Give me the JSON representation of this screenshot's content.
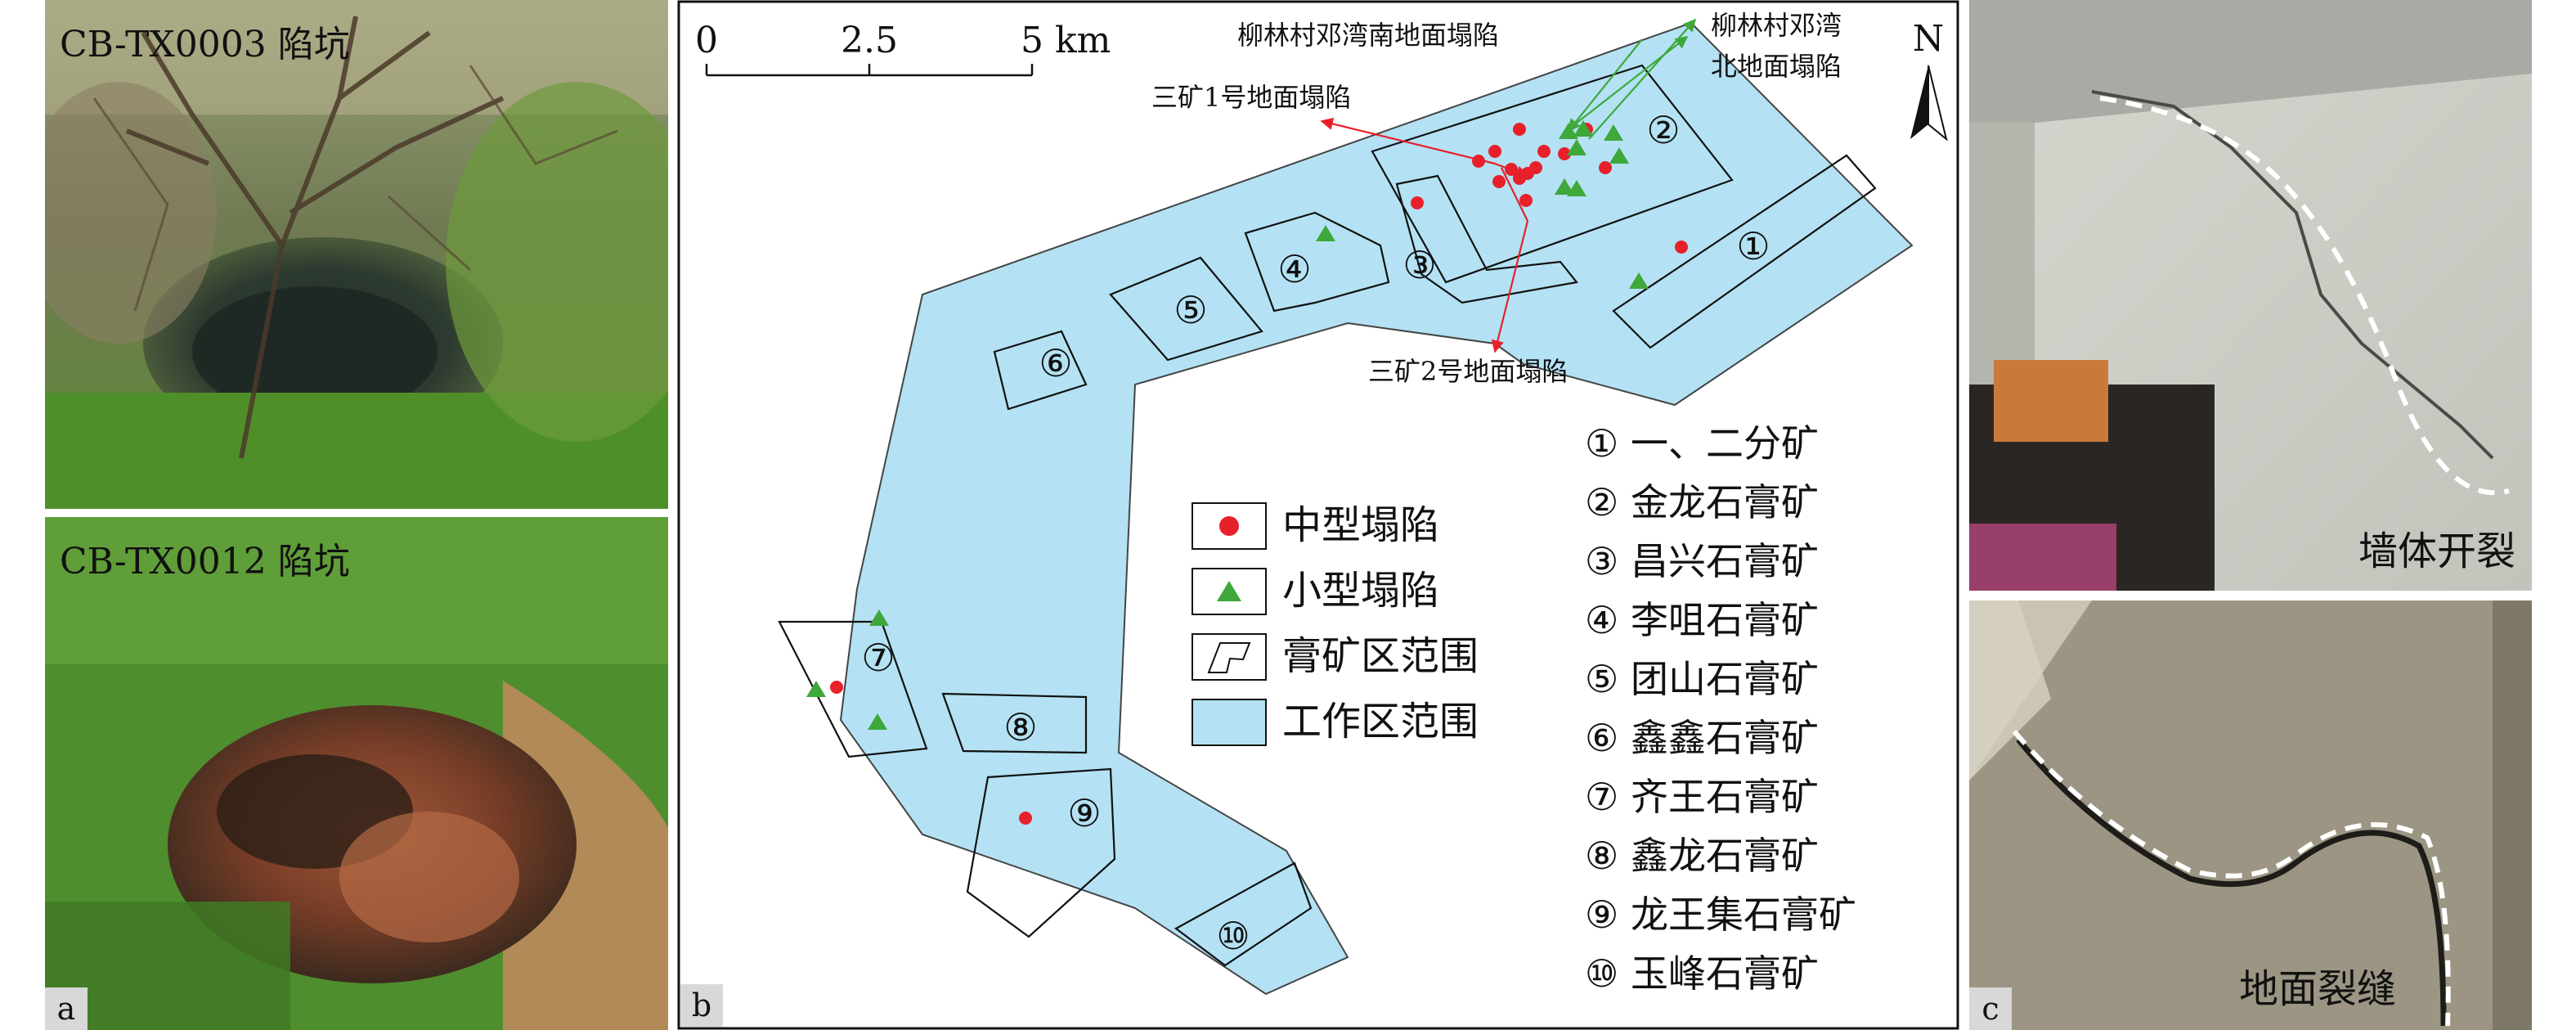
{
  "panel_a": {
    "top_photo_label": "CB-TX0003 陷坑",
    "bottom_photo_label": "CB-TX0012 陷坑",
    "letter": "a"
  },
  "panel_b": {
    "letter": "b",
    "scale_bar": {
      "ticks": [
        "0",
        "2.5",
        "5"
      ],
      "unit": "km"
    },
    "north_label": "N",
    "callouts": {
      "liulin_south": "柳林村邓湾南地面塌陷",
      "liulin_north_line1": "柳林村邓湾",
      "liulin_north_line2": "北地面塌陷",
      "mine3_no1": "三矿1号地面塌陷",
      "mine3_no2": "三矿2号地面塌陷"
    },
    "legend": {
      "medium_collapse": "中型塌陷",
      "small_collapse": "小型塌陷",
      "mine_boundary": "膏矿区范围",
      "work_area": "工作区范围"
    },
    "colors": {
      "work_area_fill": "#b4e2f4",
      "medium_marker": "#e8202a",
      "small_marker": "#3ea83a",
      "callout_red": "#e8202a",
      "callout_green": "#3ea83a"
    },
    "mines": [
      {
        "num": "①",
        "name": "一、二分矿"
      },
      {
        "num": "②",
        "name": "金龙石膏矿"
      },
      {
        "num": "③",
        "name": "昌兴石膏矿"
      },
      {
        "num": "④",
        "name": "李咀石膏矿"
      },
      {
        "num": "⑤",
        "name": "团山石膏矿"
      },
      {
        "num": "⑥",
        "name": "鑫鑫石膏矿"
      },
      {
        "num": "⑦",
        "name": "齐王石膏矿"
      },
      {
        "num": "⑧",
        "name": "鑫龙石膏矿"
      },
      {
        "num": "⑨",
        "name": "龙王集石膏矿"
      },
      {
        "num": "⑩",
        "name": "玉峰石膏矿"
      }
    ]
  },
  "panel_c": {
    "top_caption": "墙体开裂",
    "bottom_caption": "地面裂缝",
    "letter": "c"
  }
}
